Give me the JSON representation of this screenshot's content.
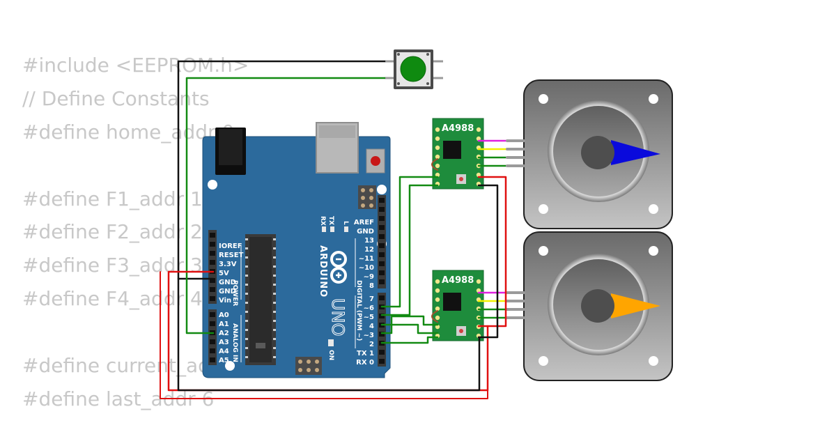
{
  "code_lines": [
    "#include <EEPROM.h>",
    "// Define Constants",
    "#define home_addr 0",
    "",
    "#define F1_addr 1",
    "#define F2_addr 2",
    "#define F3_addr 3",
    "#define F4_addr 4",
    "",
    "#define current_addr 5",
    "#define last_addr 6"
  ],
  "arduino": {
    "brand": "ARDUINO",
    "model": "UNO",
    "on_label": "ON",
    "l_label": "L",
    "tx_label": "TX",
    "rx_label": "RX",
    "power_pins": [
      "IOREF",
      "RESET",
      "3.3V",
      "5V",
      "GND",
      "GND",
      "Vin"
    ],
    "power_header": "POWER",
    "analog_pins": [
      "A0",
      "A1",
      "A2",
      "A3",
      "A4",
      "A5"
    ],
    "analog_header": "ANALOG IN",
    "digital_upper": [
      "AREF",
      "GND",
      "13",
      "12",
      "~11",
      "~10",
      "~9",
      "8"
    ],
    "digital_lower": [
      "7",
      "~6",
      "~5",
      "4",
      "~3",
      "2",
      "TX 1",
      "RX 0"
    ],
    "digital_header": "DIGITAL (PWM ~)"
  },
  "drivers": [
    {
      "label": "A4988"
    },
    {
      "label": "A4988"
    }
  ],
  "motors": [
    {
      "indicator_color": "#0a0adc"
    },
    {
      "indicator_color": "#ffa500"
    }
  ],
  "colors": {
    "board": "#2c6a9c",
    "driver_pcb": "#1e8c3c",
    "button_cap": "#0f8a10",
    "wire_red": "#e01010",
    "wire_black": "#111111",
    "wire_green": "#128a12",
    "wire_magenta": "#e020e0",
    "wire_yellow": "#f2f200"
  }
}
